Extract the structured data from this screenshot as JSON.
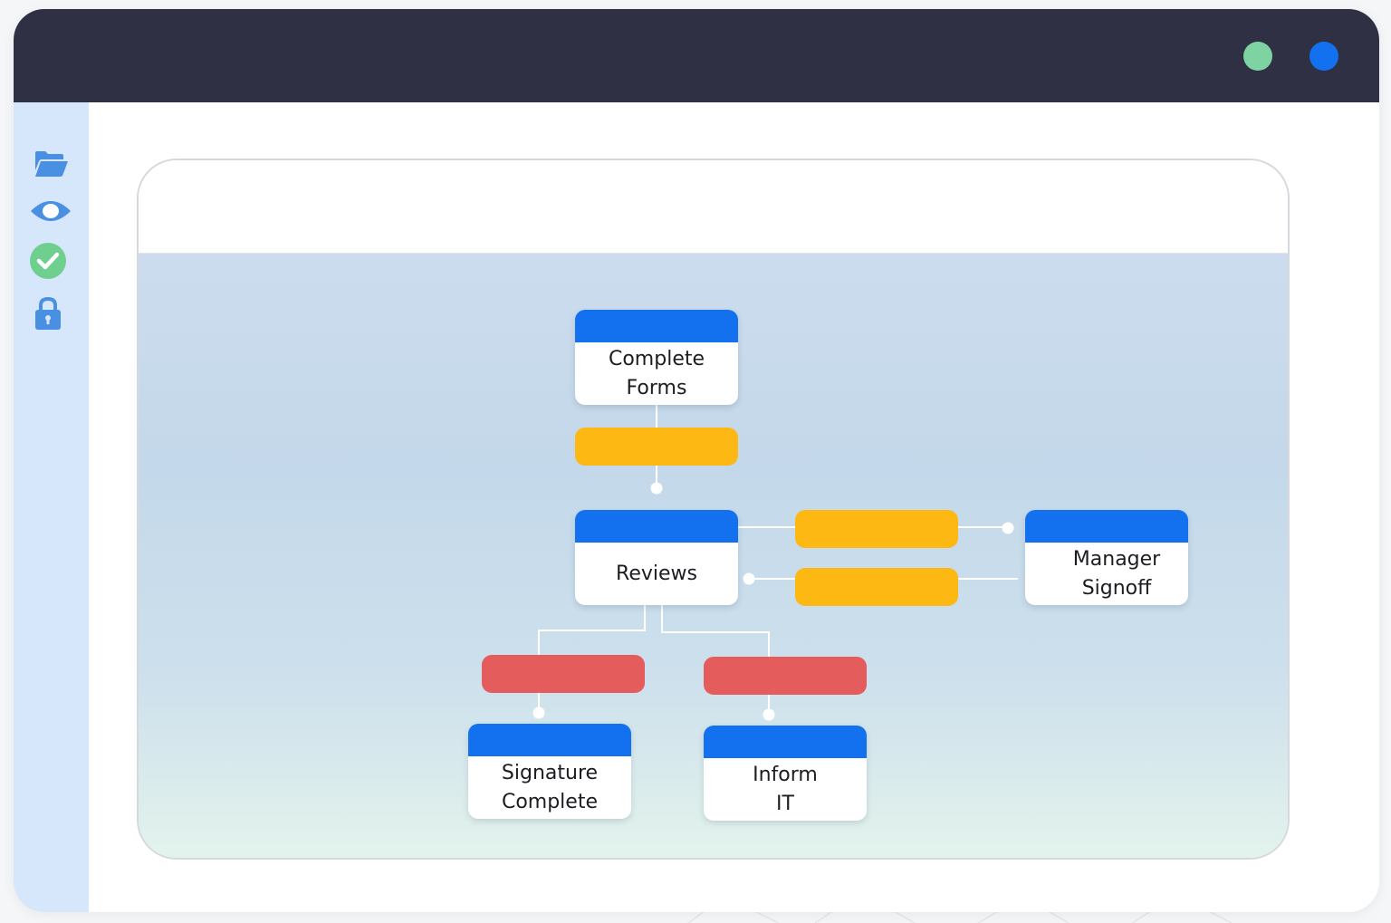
{
  "colors": {
    "titlebar": "#2f3044",
    "sidebar": "#d7e7fb",
    "window_dot_green": "#7dd3a2",
    "window_dot_blue": "#1371f0",
    "node_header": "#1371f0",
    "pill_yellow": "#fdb813",
    "pill_red": "#e55c5c",
    "icon_blue": "#4a90e2",
    "icon_green": "#6fcf8f"
  },
  "sidebar": {
    "icons": [
      "folder-open-icon",
      "eye-icon",
      "check-circle-icon",
      "lock-icon"
    ]
  },
  "workflow": {
    "nodes": [
      {
        "id": "complete-forms",
        "label": "Complete\nForms"
      },
      {
        "id": "reviews",
        "label": "Reviews"
      },
      {
        "id": "manager-signoff",
        "label": "Manager\nSignoff"
      },
      {
        "id": "signature-complete",
        "label": "Signature\nComplete"
      },
      {
        "id": "inform-it",
        "label": "Inform\nIT"
      }
    ],
    "transitions": [
      {
        "from": "complete-forms",
        "to": "reviews",
        "color": "yellow"
      },
      {
        "from": "reviews",
        "to": "manager-signoff",
        "color": "yellow"
      },
      {
        "from": "manager-signoff",
        "to": "reviews",
        "color": "yellow"
      },
      {
        "from": "reviews",
        "to": "signature-complete",
        "color": "red"
      },
      {
        "from": "reviews",
        "to": "inform-it",
        "color": "red"
      }
    ]
  }
}
